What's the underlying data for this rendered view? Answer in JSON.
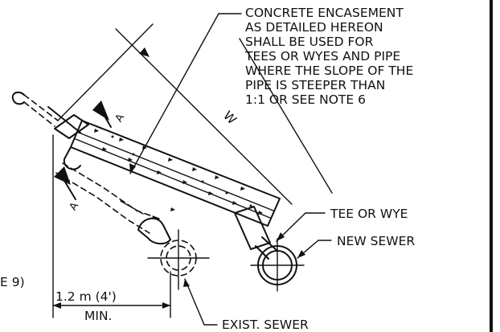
{
  "notes": {
    "encasement": [
      "CONCRETE ENCASEMENT",
      "AS DETAILED HEREON",
      "SHALL BE USED FOR",
      "TEES OR WYES AND PIPE",
      "WHERE THE SLOPE OF THE",
      "PIPE IS STEEPER THAN",
      "1:1 OR SEE NOTE 6"
    ],
    "tee_or_wye": "TEE OR WYE",
    "new_sewer": "NEW SEWER",
    "exist_sewer": "EXIST. SEWER",
    "distance": "1.2 m (4')",
    "min": "MIN.",
    "partial_note": "E 9)",
    "dimension_w": "W",
    "section_mark": "A"
  }
}
